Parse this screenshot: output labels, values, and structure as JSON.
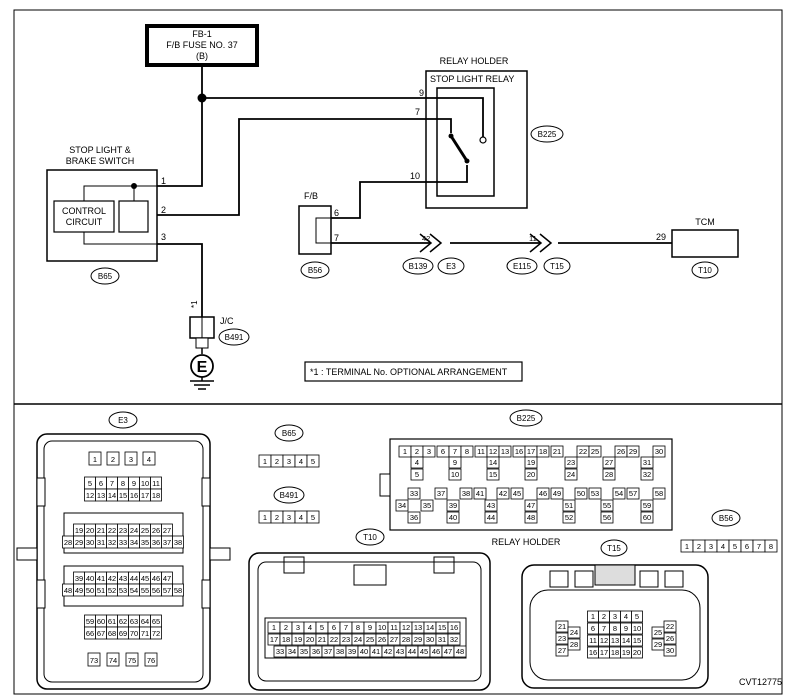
{
  "fuse": {
    "line1": "FB-1",
    "line2": "F/B FUSE NO. 37",
    "line3": "(B)"
  },
  "relay_holder_label": "RELAY HOLDER",
  "stop_light_relay_label": "STOP LIGHT RELAY",
  "switch_label": {
    "line1": "STOP LIGHT &",
    "line2": "BRAKE SWITCH"
  },
  "control_circuit": {
    "line1": "CONTROL",
    "line2": "CIRCUIT"
  },
  "fb_label": "F/B",
  "tcm_label": "TCM",
  "jc_label": "J/C",
  "ground_letter": "E",
  "star_mark": "*1",
  "note": "*1 : TERMINAL No. OPTIONAL ARRANGEMENT",
  "pins": {
    "p9": "9",
    "p7": "7",
    "p10": "10",
    "s1": "1",
    "s2": "2",
    "s3": "3",
    "fb6": "6",
    "fb7": "7",
    "j42": "42",
    "j11": "11",
    "tcm29": "29"
  },
  "refs": {
    "B225": "B225",
    "B65": "B65",
    "B56": "B56",
    "B139": "B139",
    "E3": "E3",
    "E115": "E115",
    "T15": "T15",
    "T10": "T10",
    "B491": "B491"
  },
  "lower": {
    "E3": "E3",
    "B65": "B65",
    "B491": "B491",
    "B225": "B225",
    "T10": "T10",
    "T15": "T15",
    "B56": "B56",
    "relay_holder": "RELAY HOLDER",
    "code": "CVT12775",
    "e3_rows": [
      [
        "1",
        "2",
        "3",
        "4"
      ],
      [
        "5",
        "6",
        "7",
        "8",
        "9",
        "10",
        "11"
      ],
      [
        "12",
        "13",
        "14",
        "15",
        "16",
        "17",
        "18"
      ],
      [
        "19",
        "20",
        "21",
        "22",
        "23",
        "24",
        "25",
        "26",
        "27"
      ],
      [
        "28",
        "29",
        "30",
        "31",
        "32",
        "33",
        "34",
        "35",
        "36",
        "37",
        "38"
      ],
      [
        "39",
        "40",
        "41",
        "42",
        "43",
        "44",
        "45",
        "46",
        "47"
      ],
      [
        "48",
        "49",
        "50",
        "51",
        "52",
        "53",
        "54",
        "55",
        "56",
        "57",
        "58"
      ],
      [
        "59",
        "60",
        "61",
        "62",
        "63",
        "64",
        "65"
      ],
      [
        "66",
        "67",
        "68",
        "69",
        "70",
        "71",
        "72"
      ],
      [
        "73",
        "74",
        "75",
        "76"
      ]
    ],
    "b65_pins": [
      "1",
      "2",
      "3",
      "4",
      "5"
    ],
    "b491_pins": [
      "1",
      "2",
      "3",
      "4",
      "5"
    ],
    "b56_pins": [
      "1",
      "2",
      "3",
      "4",
      "5",
      "6",
      "7",
      "8"
    ],
    "t10_rows": [
      [
        "1",
        "2",
        "3",
        "4",
        "5",
        "6",
        "7",
        "8",
        "9",
        "10",
        "11",
        "12",
        "13",
        "14",
        "15",
        "16"
      ],
      [
        "17",
        "18",
        "19",
        "20",
        "21",
        "22",
        "23",
        "24",
        "25",
        "26",
        "27",
        "28",
        "29",
        "30",
        "31",
        "32"
      ],
      [
        "33",
        "34",
        "35",
        "36",
        "37",
        "38",
        "39",
        "40",
        "41",
        "42",
        "43",
        "44",
        "45",
        "46",
        "47",
        "48"
      ]
    ],
    "t15_rows": [
      [
        "1",
        "2",
        "3",
        "4",
        "5"
      ],
      [
        "6",
        "7",
        "8",
        "9",
        "10"
      ],
      [
        "11",
        "12",
        "13",
        "14",
        "15"
      ],
      [
        "16",
        "17",
        "18",
        "19",
        "20"
      ]
    ],
    "t15_left": [
      "21",
      "23",
      "27",
      "24",
      "28"
    ],
    "t15_right": [
      "22",
      "26",
      "30",
      "25",
      "29"
    ],
    "b225_top": [
      "1",
      "2",
      "3",
      "6",
      "7",
      "8",
      "11",
      "12",
      "13",
      "16",
      "17",
      "18",
      "21",
      "22",
      "25",
      "26",
      "29",
      "30"
    ],
    "b225_r2": [
      "4",
      "9",
      "14",
      "19",
      "23",
      "27",
      "31"
    ],
    "b225_r3": [
      "5",
      "10",
      "15",
      "20",
      "24",
      "28",
      "32"
    ],
    "b225_r4": [
      "33",
      "37",
      "38",
      "41",
      "42",
      "45",
      "46",
      "49",
      "50",
      "53",
      "54",
      "57",
      "58"
    ],
    "b225_r5": [
      "34",
      "35",
      "39",
      "43",
      "47",
      "51",
      "55",
      "59"
    ],
    "b225_r6": [
      "36",
      "40",
      "44",
      "48",
      "52",
      "56",
      "60"
    ]
  }
}
